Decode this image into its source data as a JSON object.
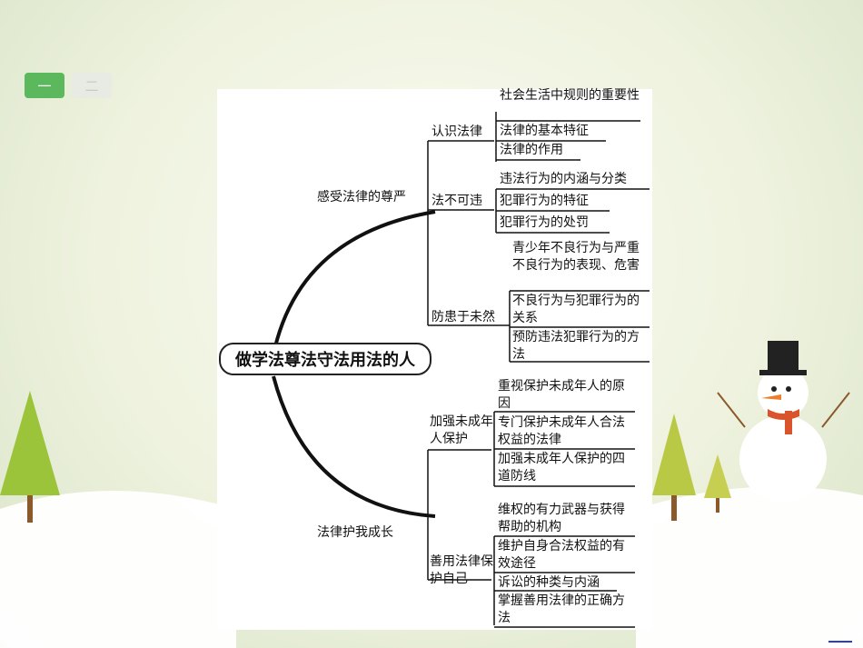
{
  "nav": {
    "tabs": [
      {
        "label": "一",
        "active": true
      },
      {
        "label": "二",
        "active": false
      }
    ]
  },
  "mindmap": {
    "root": "做学法尊法守法用法的人",
    "branches": [
      {
        "label": "感受法律的尊严",
        "subs": [
          {
            "label": "认识法律",
            "leaves": [
              "社会生活中规则的重要性",
              "法律的基本特征",
              "法律的作用"
            ]
          },
          {
            "label": "法不可违",
            "leaves": [
              "违法行为的内涵与分类",
              "犯罪行为的特征",
              "犯罪行为的处罚"
            ]
          },
          {
            "label": "防患于未然",
            "leaves": [
              "青少年不良行为与严重不良行为的表现、危害",
              "不良行为与犯罪行为的关系",
              "预防违法犯罪行为的方法"
            ]
          }
        ]
      },
      {
        "label": "法律护我成长",
        "subs": [
          {
            "label": "加强未成年人保护",
            "leaves": [
              "重视保护未成年人的原因",
              "专门保护未成年人合法权益的法律",
              "加强未成年人保护的四道防线"
            ]
          },
          {
            "label": "善用法律保护自己",
            "leaves": [
              "维权的有力武器与获得帮助的机构",
              "维护自身合法权益的有效途径",
              "诉讼的种类与内涵",
              "掌握善用法律的正确方法"
            ]
          }
        ]
      }
    ]
  },
  "colors": {
    "active_tab": "#5cb85c",
    "tree_green": "#9cc43a",
    "trunk_brown": "#8a5a2b",
    "snowman_scarf": "#d9532c"
  }
}
